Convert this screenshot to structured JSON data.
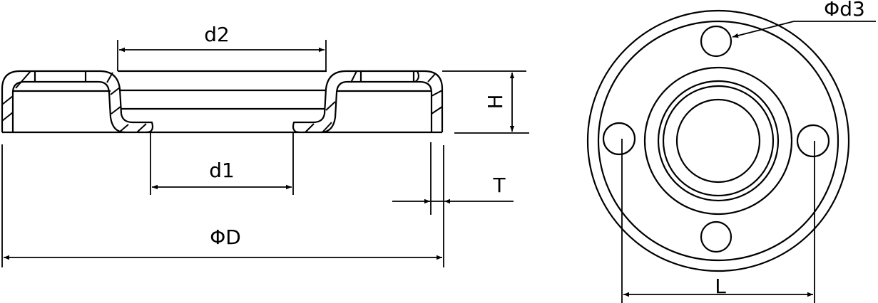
{
  "title": "Flange nut / washer technical drawing",
  "colors": {
    "line": "#000000",
    "background": "#ffffff"
  },
  "section_view": {
    "dimensions": {
      "d2": {
        "label": "d2"
      },
      "d1": {
        "label": "d1"
      },
      "H": {
        "label": "H"
      },
      "T": {
        "label": "T"
      },
      "D": {
        "label": "ΦD"
      }
    }
  },
  "top_view": {
    "dimensions": {
      "d3": {
        "label": "Φd3"
      },
      "L": {
        "label": "L"
      }
    },
    "hole_count": 4,
    "concentric_rings": 6
  }
}
